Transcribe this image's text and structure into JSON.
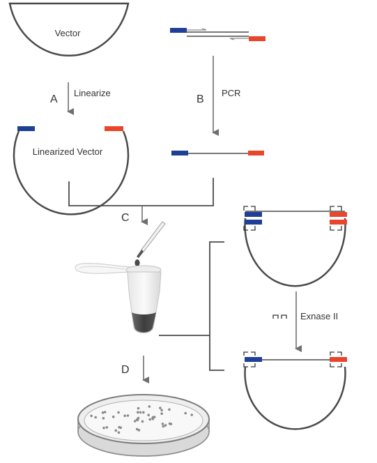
{
  "labels": {
    "vector": "Vector",
    "linearized_vector": "Linearized Vector",
    "linearize": "Linearize",
    "pcr": "PCR",
    "exnase": "Exnase II"
  },
  "steps": {
    "a": "A",
    "b": "B",
    "c": "C",
    "d": "D"
  },
  "colors": {
    "line": "#4a4a4a",
    "arrow": "#6f6f6f",
    "blue_end": "#1f3e96",
    "red_end": "#e8452c",
    "tube_liquid": "#3d3d3d",
    "dish": "#8c8c8c"
  },
  "dish_colonies": 44
}
